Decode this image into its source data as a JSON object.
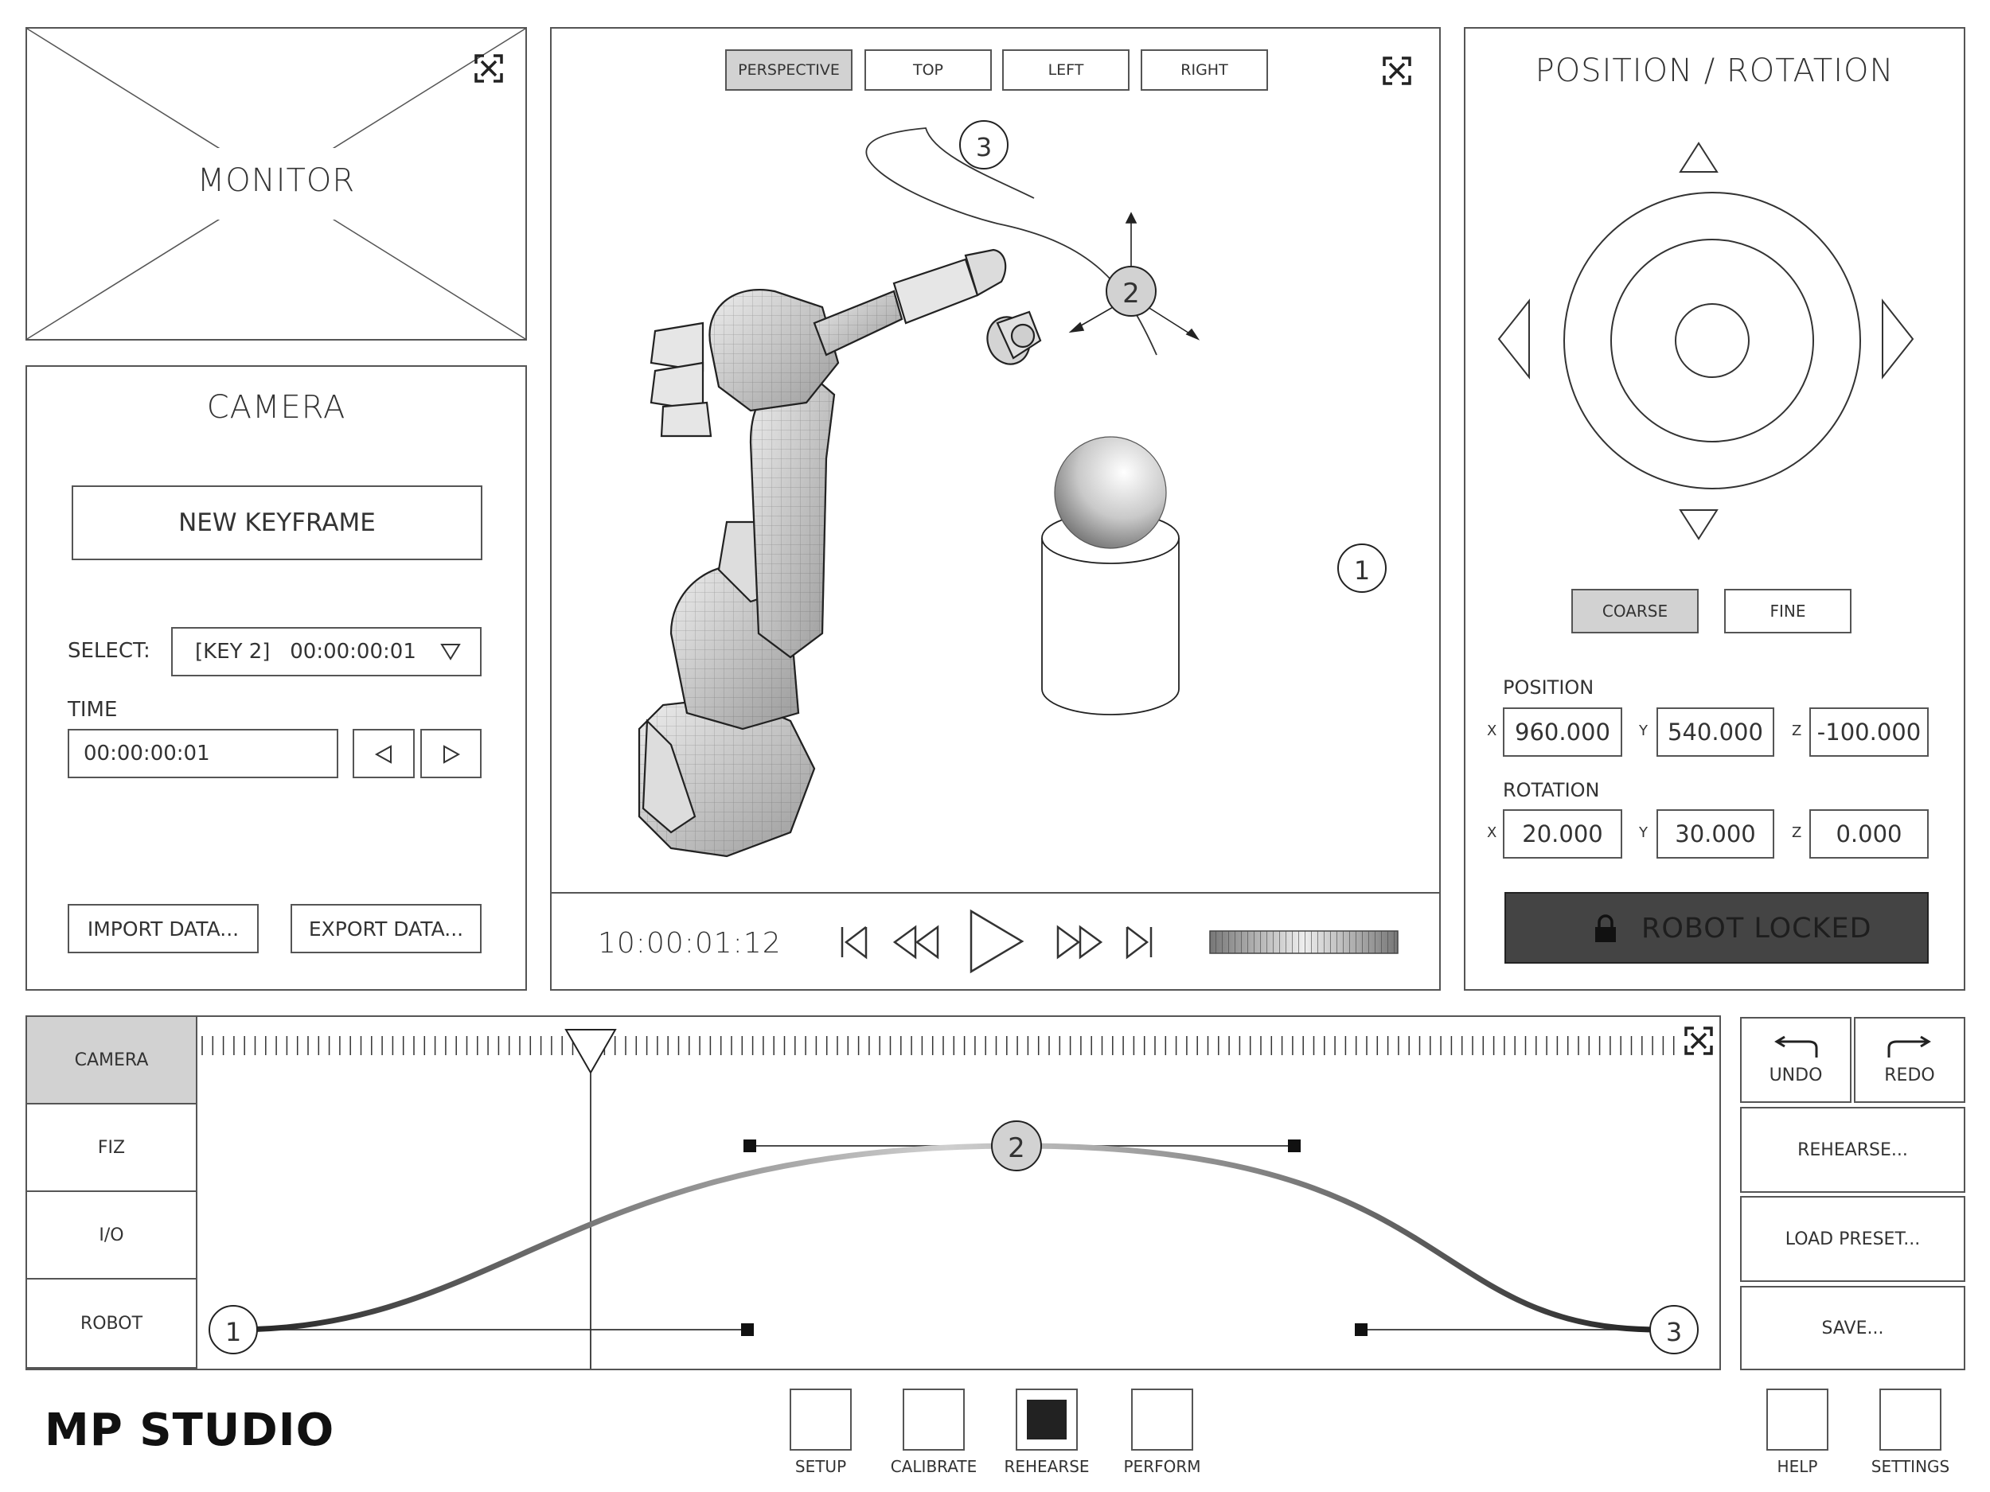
{
  "monitor": {
    "label": "MONITOR"
  },
  "camera": {
    "title": "CAMERA",
    "new_keyframe": "NEW KEYFRAME",
    "select_label": "SELECT:",
    "select_value": "[KEY 2]   00:00:00:01",
    "time_label": "TIME",
    "time_value": "00:00:00:01",
    "import": "IMPORT DATA...",
    "export": "EXPORT DATA..."
  },
  "viewport": {
    "tabs": [
      {
        "label": "PERSPECTIVE",
        "selected": true
      },
      {
        "label": "TOP",
        "selected": false
      },
      {
        "label": "LEFT",
        "selected": false
      },
      {
        "label": "RIGHT",
        "selected": false
      }
    ],
    "keyframes": [
      "1",
      "2",
      "3"
    ],
    "timecode": "10:00:01:12"
  },
  "position_rotation": {
    "title": "POSITION / ROTATION",
    "coarse": "COARSE",
    "fine": "FINE",
    "selected_mode": "COARSE",
    "position_label": "POSITION",
    "rotation_label": "ROTATION",
    "axis_labels": [
      "X",
      "Y",
      "Z"
    ],
    "position": [
      "960.000",
      "540.000",
      "-100.000"
    ],
    "rotation": [
      "20.000",
      "30.000",
      "0.000"
    ],
    "lock_label": "ROBOT LOCKED"
  },
  "timeline": {
    "tracks": [
      "CAMERA",
      "FIZ",
      "I/O",
      "ROBOT"
    ],
    "selected_track": "CAMERA",
    "keyframes": [
      "1",
      "2",
      "3"
    ]
  },
  "actions": {
    "undo": "UNDO",
    "redo": "REDO",
    "rehearse": "REHEARSE...",
    "load_preset": "LOAD PRESET...",
    "save": "SAVE..."
  },
  "footer": {
    "brand": "MP STUDIO",
    "modes": [
      "SETUP",
      "CALIBRATE",
      "REHEARSE",
      "PERFORM"
    ],
    "active_mode": "REHEARSE",
    "help": "HELP",
    "settings": "SETTINGS"
  },
  "colors": {
    "border": "#555555",
    "selected_fill": "#d2d2d2",
    "lock_fill": "#444444",
    "active_mode_fill": "#222222"
  }
}
